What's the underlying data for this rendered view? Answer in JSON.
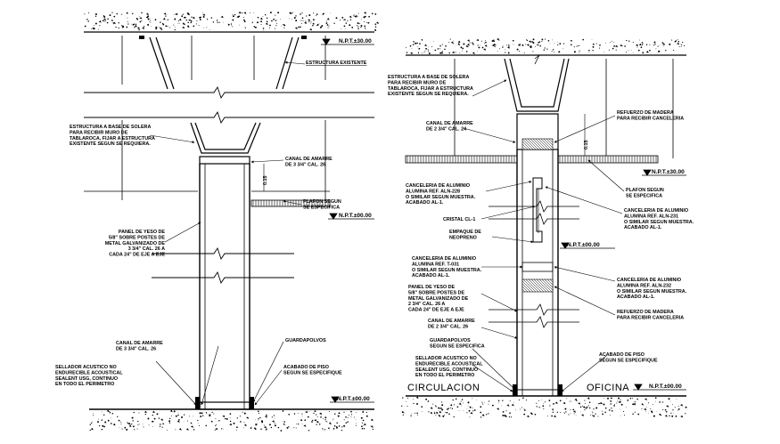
{
  "levels": {
    "npt_ceiling_left": "N.P.T.±30.00",
    "npt_plafon_left": "N.P.T.±00.00",
    "npt_floor_left": "N.P.T.±00.00",
    "npt_ceiling_right": "N.P.T.±30.00",
    "npt_mid_right": "N.P.T.±00.00",
    "npt_floor_right": "N.P.T.±00.00"
  },
  "left_section": {
    "estructura_existente": "ESTRUCTURA EXISTENTE",
    "estructura_solera": [
      "ESTRUCTURA A BASE DE SOLERA",
      "PARA RECIBIR MURO DE",
      "TABLAROCA, FIJAR A ESTRUCTURA",
      "EXISTENTE SEGUN SE REQUIERA."
    ],
    "canal_amarre_top": [
      "CANAL DE AMARRE",
      "DE 3 3/4\" CAL. 26"
    ],
    "plafon": [
      "PLAFON SEGUN",
      "SE ESPECIFICA"
    ],
    "panel_yeso": [
      "PANEL DE YESO DE",
      "5/8\" SOBRE POSTES DE",
      "METAL GALVANIZADO DE",
      "3 3/4\" CAL. 26 A",
      "CADA 24\" DE EJE A EJE"
    ],
    "canal_amarre_bottom": [
      "CANAL DE AMARRE",
      "DE 3 3/4\" CAL. 26"
    ],
    "guardapolvos": "GUARDAPOLVOS",
    "sellador": [
      "SELLADOR ACUSTICO NO",
      "ENDURECIBLE ACOUSTICAL",
      "SEALENT USG, CONTINUO",
      "EN TODO EL PERIMETRO"
    ],
    "acabado_piso": [
      "ACABADO DE PISO",
      "SEGUN SE ESPECIFIQUE"
    ],
    "dim": "0.15"
  },
  "right_section": {
    "estructura_solera": [
      "ESTRUCTURA A BASE DE SOLERA",
      "PARA RECIBIR MURO DE",
      "TABLAROCA, FIJAR A ESTRUCTURA",
      "EXISTENTE SEGUN SE REQUIERA."
    ],
    "canal_amarre_top": [
      "CANAL DE AMARRE",
      "DE 2 3/4\" CAL. 24"
    ],
    "refuerzo_top": [
      "REFUERZO DE MADERA",
      "PARA RECIBIR CANCELERIA"
    ],
    "plafon": [
      "PLAFON SEGUN",
      "SE ESPECIFICA"
    ],
    "canceleria_top": [
      "CANCELERIA DE ALUMINIO",
      "ALUMINA REF. ALN-228",
      "O SIMILAR SEGUN MUESTRA.",
      "ACABADO AL-1."
    ],
    "canceleria_right_top": [
      "CANCELERIA DE ALUMINIO",
      "ALUMINA REF. ALN-231",
      "O SIMILAR SEGUN MUESTRA.",
      "ACABADO AL-1."
    ],
    "cristal": "CRISTAL CL-1",
    "empaque": [
      "EMPAQUE DE",
      "NEOPRENO"
    ],
    "canceleria_mid": [
      "CANCELERIA DE ALUMINIO",
      "ALUMINA REF. T-031",
      "O SIMILAR SEGUN MUESTRA.",
      "ACABADO AL-1."
    ],
    "canceleria_right_mid": [
      "CANCELERIA DE ALUMINIO",
      "ALUMINA REF. ALN-232",
      "O SIMILAR SEGUN MUESTRA.",
      "ACABADO AL-1."
    ],
    "panel_yeso": [
      "PANEL DE YESO DE",
      "5/8\" SOBRE POSTES DE",
      "METAL GALVANIZADO DE",
      "2 3/4\" CAL. 26 A",
      "CADA 24\" DE EJE A EJE"
    ],
    "refuerzo_bottom": [
      "REFUERZO DE MADERA",
      "PARA RECIBIR CANCELERIA"
    ],
    "canal_amarre_bottom": [
      "CANAL DE AMARRE",
      "DE 2 3/4\" CAL. 26"
    ],
    "guardapolvos": [
      "GUARDAPOLVOS",
      "SEGUN SE ESPECIFICA"
    ],
    "sellador": [
      "SELLADOR ACUSTICO NO",
      "ENDURECIBLE ACOUSTICAL",
      "SEALENT USG, CONTINUO",
      "EN TODO EL PERIMETRO"
    ],
    "acabado_piso": [
      "ACABADO DE PISO",
      "SEGUN SE ESPECIFIQUE"
    ],
    "circulacion": "CIRCULACION",
    "oficina": "OFICINA",
    "dim": "0.15"
  }
}
